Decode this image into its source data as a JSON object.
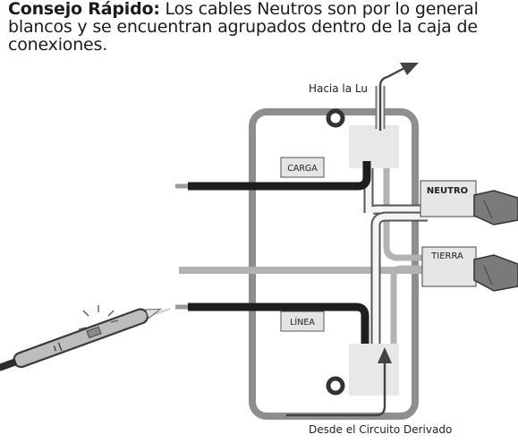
{
  "tip": {
    "heading": "Consejo Rápido:",
    "body": " Los cables Neutros son por lo general blancos y se encuentran agrupados dentro de la caja de conexiones."
  },
  "labels": {
    "to_light": "Hacia la Lu",
    "from_circuit": "Desde el Circuito Derivado",
    "load": "CARGA",
    "line": "LÍNEA",
    "neutral": "NEUTRO",
    "ground": "TIERRA"
  },
  "colors": {
    "box_outline": "#8e8e8e",
    "hot_wire": "#1e1e1e",
    "neutral_wire": "#f4f4f4",
    "ground_wire": "#b2b2b2",
    "terminal_block": "#e8e8e8",
    "wire_nut": "#7a7a7a"
  }
}
